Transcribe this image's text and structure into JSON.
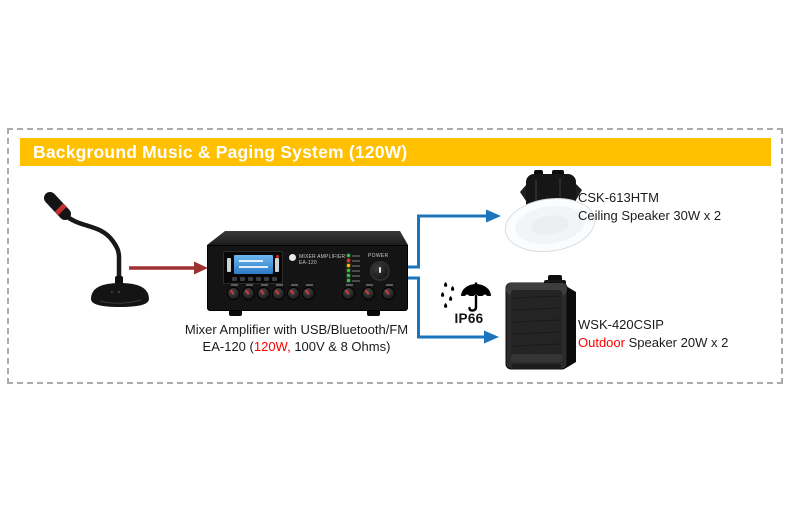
{
  "banner": {
    "title": "Background Music & Paging System (120W)"
  },
  "amplifier": {
    "brand_line1": "MIXER AMPLIFIER",
    "brand_line2": "EA-120",
    "power_label": "POWER",
    "caption": {
      "line1": "Mixer Amplifier with USB/Bluetooth/FM",
      "line2_pre": "EA-120 (",
      "line2_red": "120W,",
      "line2_post": " 100V & 8 Ohms)"
    }
  },
  "ceiling_speaker": {
    "model": "CSK-613HTM",
    "spec": "Ceiling Speaker 30W x 2"
  },
  "outdoor_speaker": {
    "model": "WSK-420CSIP",
    "spec_red": "Outdoor",
    "spec_rest": " Speaker 20W x 2",
    "ip_rating": "IP66"
  },
  "colors": {
    "banner_bg": "#FFC000",
    "banner_text": "#FFFFFF",
    "arrow_red": "#9E3132",
    "arrow_blue": "#1B75BC",
    "highlight_red": "#FF0000",
    "dash_border": "#ABABAB"
  }
}
